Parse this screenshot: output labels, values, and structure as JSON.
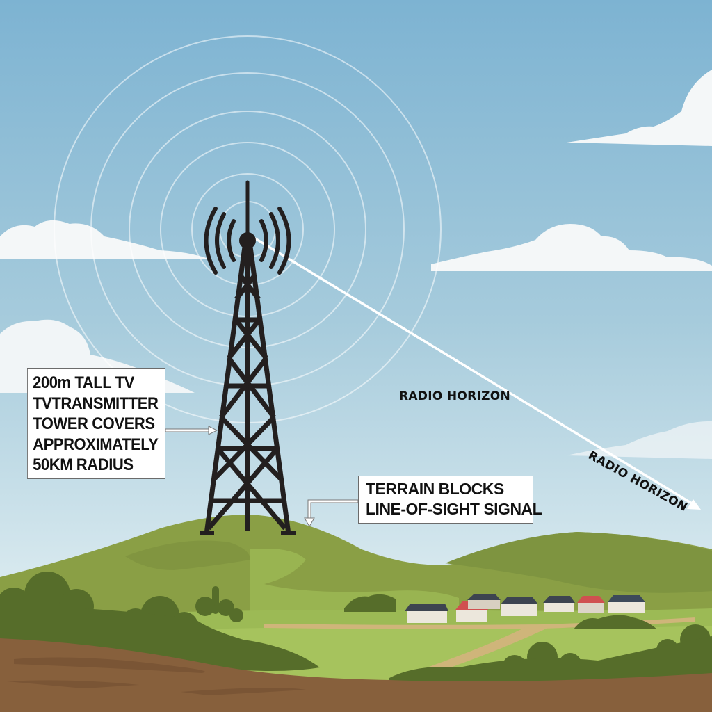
{
  "diagram": {
    "title": "TV transmitter tower coverage and radio horizon",
    "tower_label": {
      "lines": [
        "200m TALL TV",
        "TVTRANSMITTER",
        "TOWER COVERS",
        "APPROXIMATELY",
        "50KM RADIUS"
      ]
    },
    "terrain_label": {
      "lines": [
        "TERRAIN BLOCKS",
        "LINE-OF-SIGHT SIGNAL"
      ]
    },
    "radio_horizon_labels": [
      "RADIO HORIZON",
      "RADIO HORIZON"
    ],
    "signal_rings": 6,
    "houses": 7,
    "colors": {
      "sky_top": "#7fb4d3",
      "sky_bottom": "#d9e9ef",
      "tower": "#231f1f",
      "hill_light": "#8fa64a",
      "hill_mid": "#7e9642",
      "field": "#9dbb54",
      "bush": "#566d2a",
      "soil": "#87603c",
      "soil_dark": "#7a5535",
      "path": "#cfb57a",
      "roof_dark": "#3d4450",
      "roof_red": "#d05050",
      "wall": "#ece7dc"
    }
  }
}
